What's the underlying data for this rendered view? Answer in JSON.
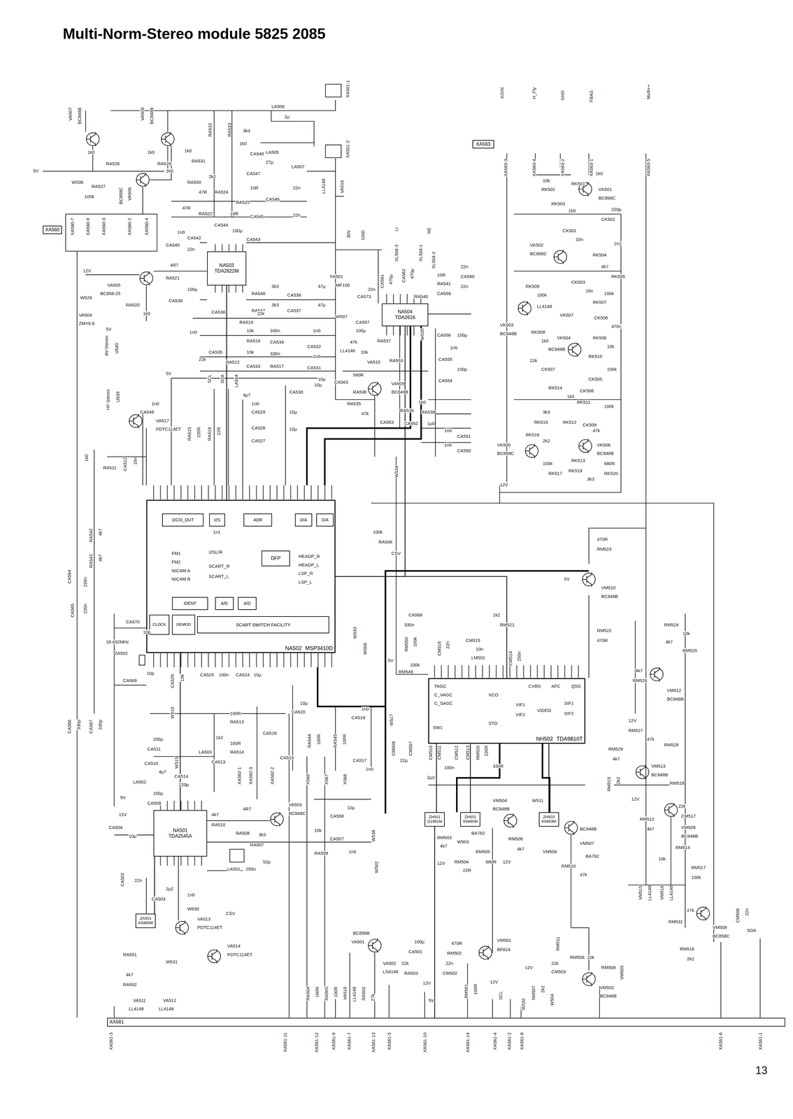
{
  "diagram": {
    "title": "Multi-Norm-Stereo module 5825 2085",
    "nodes": [
      {
        "text": [
          "XA563"
        ]
      },
      {
        "text": [
          "XA560"
        ]
      },
      {
        "text": [
          "NA503",
          "TDA2822M"
        ]
      },
      {
        "text": [
          "NA504",
          "TDA2616"
        ]
      },
      {
        "text": [
          "NA502",
          "MSP3410D"
        ]
      },
      {
        "text": [
          "I2C/D_OUT"
        ],
        "in": 4
      },
      {
        "text": [
          "I2S"
        ],
        "in": 4
      },
      {
        "text": [
          "ADR"
        ],
        "in": 4
      },
      {
        "text": [
          "D/A"
        ],
        "in": 4
      },
      {
        "text": [
          "D/A"
        ],
        "in": 4
      },
      {
        "text": [
          "DFP"
        ],
        "in": 4
      },
      {
        "text": [
          "IDENT"
        ],
        "in": 4
      },
      {
        "text": [
          "A/D"
        ],
        "in": 4
      },
      {
        "text": [
          "A/D"
        ],
        "in": 4
      },
      {
        "text": [
          "CLOCK"
        ],
        "in": 4
      },
      {
        "text": [
          "DEMOD"
        ],
        "in": 4
      },
      {
        "text": [
          "SCART SWITCH FACILITY"
        ],
        "in": 4
      },
      {
        "text": [
          "NH502",
          "TDA9810T"
        ]
      },
      {
        "text": [
          "NA501",
          "TDA2545A"
        ]
      },
      {
        "text": [
          "ZH501",
          "G1961M"
        ]
      },
      {
        "text": [
          "ZH502",
          "K9460M"
        ]
      },
      {
        "text": [
          "ZH503",
          "K9453M"
        ]
      },
      {
        "text": [
          "ZA501",
          "K9460M"
        ]
      },
      {
        "text": [
          "XA561"
        ]
      }
    ],
    "edges": [
      {
        "from": 18,
        "to": 4,
        "arrow": "none"
      },
      {
        "from": 4,
        "to": 17,
        "arrow": "none"
      },
      {
        "from": 4,
        "to": 3,
        "arrow": "none"
      },
      {
        "from": 2,
        "to": 4,
        "arrow": "none"
      },
      {
        "from": 19,
        "to": 17,
        "arrow": "none"
      },
      {
        "from": 20,
        "to": 17,
        "arrow": "none"
      },
      {
        "from": 21,
        "to": 17,
        "arrow": "none"
      },
      {
        "from": 22,
        "to": 18,
        "arrow": "none"
      },
      {
        "from": 23,
        "to": 19,
        "arrow": "none"
      }
    ],
    "labels": [
      "VA507",
      "BC848B",
      "VA508",
      "BC848B",
      "1k0",
      "RA526",
      "1k0",
      "RA529",
      "5V",
      "W536",
      "RA527",
      "100k",
      "VA506",
      "BC858C",
      "RA532",
      "RA533",
      "3k3",
      "1k0",
      "RA531",
      "1k0",
      "CA548",
      "1k0",
      "RA530",
      "2k2",
      "CA547",
      "LA506",
      "2µ",
      "LA505",
      "27µ",
      "LA507",
      "XA501-1",
      "XA501-2",
      "47R",
      "RA524",
      "10R",
      "CA546",
      "RA525",
      "22n",
      "47R",
      "RA522",
      "10R",
      "CA545",
      "22n",
      "LL4148",
      "VA516",
      "XA560-7",
      "XA560-9",
      "XA560-3",
      "XA560-2",
      "XA560-4",
      "12V",
      "VA505",
      "BC858-25",
      "RA520",
      "1k0",
      "VA504",
      "ZMY6.8",
      "W529",
      "4R7",
      "RA521",
      "CA540",
      "22n",
      "100µ",
      "CA539",
      "1n0",
      "CA542",
      "CA544",
      "100µ",
      "CA543",
      "RA548",
      "3k3",
      "CA538",
      "47µ",
      "3k3",
      "RA547",
      "CA537",
      "47µ",
      "CA536",
      "RA519",
      "22k",
      "1n0",
      "10k",
      "330n",
      "1n0",
      "RA518",
      "CA534",
      "CA532",
      "CA535",
      "22k",
      "RA512",
      "10k",
      "330n",
      "1n0",
      "CA533",
      "RA517",
      "CA531",
      "10µ",
      "30V",
      "GND",
      "LI",
      "RE",
      "XL504-3",
      "XL504-1",
      "XL504-2",
      "FA501",
      "MF100",
      "CA561",
      "470µ",
      "CA562",
      "470µ",
      "10R",
      "RA541",
      "22n",
      "CA560",
      "22n",
      "CA559",
      "RA540",
      "22n",
      "CA573",
      "CA557",
      "100µ",
      "W507",
      "47k",
      "RA537",
      "LL4148",
      "10k",
      "VA515",
      "RA553",
      "W535",
      "CA556",
      "100µ",
      "1n5",
      "CA555",
      "100µ",
      "CA554",
      "CA563",
      "560R",
      "RA536",
      "VA509",
      "BC848B",
      "RA535",
      "47k",
      "CA553",
      "RA539",
      "1k0",
      "RA538",
      "CA552",
      "1µ0",
      "1n0",
      "CA551",
      "1n0",
      "CA550",
      "5V",
      "SCL",
      "SDA",
      "LA504",
      "4µ7",
      "AV-Stereo",
      "5V",
      "U540",
      "HF-Stereo",
      "U539",
      "1n0",
      "CA549",
      "VA517",
      "PDTC114ET",
      "CA530",
      "10µ",
      "1n0",
      "CA529",
      "10µ",
      "CA528",
      "10µ",
      "CA527",
      "RA515",
      "220R",
      "RA516",
      "22R",
      "1k0",
      "RA511",
      "CA512",
      "10n",
      "W534",
      "100k",
      "RA546",
      "CSV",
      "1n1",
      "FM1",
      "FM2",
      "NICAM A",
      "NICAM B",
      "I2SL/R",
      "SCART_R",
      "SCART_L",
      "HEADP_R",
      "HEADP_L",
      "LSP_R",
      "LSP_L",
      "RA542",
      "4k7",
      "RA543",
      "4k7",
      "CA564",
      "220n",
      "CA565",
      "220n",
      "CA570",
      "10p",
      "18.432MHz",
      "ZA502",
      "CA569",
      "10p",
      "CA566",
      "330p",
      "CA567",
      "330p",
      "CA526",
      "10k",
      "CA525",
      "100n",
      "CA524",
      "10µ",
      "W510",
      "W515",
      "RA513",
      "100R",
      "RA514",
      "100R",
      "CA511",
      "100µ",
      "CA510",
      "4µ7",
      "LA502",
      "5V",
      "100µ",
      "CA509",
      "LA503",
      "1k2",
      "CA513",
      "CA514",
      "220p",
      "XA562-1",
      "XA562-3",
      "XA562-2",
      "CA516",
      "CA519",
      "CA520",
      "10µ",
      "RA544",
      "100R",
      "RA545",
      "100R",
      "CA518",
      "1n0",
      "CA517",
      "1n0",
      "X566",
      "X567",
      "X568",
      "W517",
      "W533",
      "W506",
      "12V",
      "CA504",
      "10µ",
      "4k7",
      "RA510",
      "4R7",
      "VA503",
      "BC848C",
      "RA508",
      "3k3",
      "RA507",
      "CA508",
      "10µ",
      "10k",
      "CA507",
      "RA509",
      "1n0",
      "LA501",
      "250n",
      "52p",
      "CA502",
      "22n",
      "CA503",
      "2µ2",
      "1n0",
      "W530",
      "VA513",
      "PDTC114ET",
      "CSV",
      "VA514",
      "PDTC114ET",
      "RA551",
      "4k7",
      "RA552",
      "W531",
      "VA511",
      "LL4148",
      "VA512",
      "LL4148",
      "W538",
      "W502",
      "RA504",
      "100R",
      "RA505",
      "100R",
      "VA510",
      "LL4148",
      "RA502",
      "27k",
      "VA501",
      "BC856B",
      "CA501",
      "100µ",
      "VA502",
      "LS4148",
      "22k",
      "RA503",
      "12V",
      "470R",
      "RM502",
      "22n",
      "CM502",
      "5V",
      "VM501",
      "BF824",
      "RM501",
      "100R",
      "12V",
      "SCL",
      "12V",
      "RM507",
      "2k2",
      "W532",
      "W504",
      "22k",
      "CM503",
      "RM508",
      "10k",
      "RM509",
      "VM502",
      "BC848B",
      "RM511",
      "VM505",
      "CA568",
      "330n",
      "1k2",
      "RM521",
      "RM550",
      "100k",
      "CM516",
      "22n",
      "CM515",
      "10n",
      "LM501",
      "CM514",
      "250n",
      "5V",
      "RM549",
      "100k",
      "CM508",
      "22µ",
      "CM507",
      "CM510",
      "CM511",
      "100n",
      "CM512",
      "2µ2",
      "CM513",
      "RM520",
      "220R",
      "330R",
      "TAGC",
      "C_VAGC",
      "C_SAGC",
      "VCO",
      "STD",
      "CVBS",
      "AFC",
      "QSS",
      "VIF1",
      "VIF2",
      "VIDEO",
      "SIF1",
      "SIF2",
      "SW1",
      "5V",
      "470R",
      "RM523",
      "VM510",
      "BC848B",
      "RM522",
      "470R",
      "RM524",
      "10k",
      "4k7",
      "RM525",
      "4k7",
      "RM526",
      "VM512",
      "BC848B",
      "12V",
      "RM527",
      "47k",
      "RM528",
      "RM529",
      "4k7",
      "VM513",
      "BC848B",
      "RM518",
      "RM519",
      "2k2",
      "12V",
      "22k",
      "CM517",
      "RM512",
      "4k7",
      "VM509",
      "BC848B",
      "RM514",
      "10k",
      "RM517",
      "100k",
      "VM515",
      "LL4148",
      "VM516",
      "LL4148",
      "RM531",
      "27k",
      "VM508",
      "BC858C",
      "CM506",
      "22n",
      "RM516",
      "2k2",
      "SDA",
      "VM504",
      "BC848B",
      "RM503",
      "4k7",
      "W503",
      "BA782",
      "12V",
      "RM504",
      "22R",
      "RM505",
      "680R",
      "12V",
      "W511",
      "RM506",
      "4k7",
      "VM506",
      "BC848B",
      "VM507",
      "BA782",
      "RM510",
      "47k",
      "KOIN",
      "H_Fly",
      "GND",
      "FBAS",
      "Multi++",
      "XA563-3",
      "XA563-4",
      "XA563-2",
      "XA563-1",
      "XA563-5",
      "10k",
      "RK502",
      "1k0",
      "RK501",
      "VK501",
      "BC858C",
      "RK503",
      "1k0",
      "220p",
      "CK502",
      "CK501",
      "10n",
      "2n2",
      "VK502",
      "BC858C",
      "RK504",
      "4k7",
      "RK505",
      "RK509",
      "100k",
      "CK503",
      "10n",
      "100k",
      "LL4148",
      "VK507",
      "RK507",
      "CK506",
      "470n",
      "VK503",
      "BC848B",
      "RK508",
      "1k0",
      "VK504",
      "BC848B",
      "RK506",
      "10k",
      "RK510",
      "22k",
      "CK507",
      "100k",
      "CK505",
      "RK514",
      "1k5",
      "CK508",
      "RK511",
      "100k",
      "3k3",
      "RK515",
      "RK512",
      "CK509",
      "VK505",
      "BC858C",
      "RK516",
      "2k2",
      "100k",
      "RK517",
      "VK506",
      "BC848B",
      "47k",
      "RK513",
      "RK519",
      "680R",
      "RK520",
      "3k3",
      "12V",
      "XA561-3",
      "XA561-11",
      "XA561-12",
      "XA561-9",
      "XA561-7",
      "XA561-13",
      "XA561-5",
      "XA561-10",
      "XA561-14",
      "XA561-4",
      "XA561-2",
      "XA561-8",
      "XA561-6",
      "XA561-1",
      "13"
    ]
  }
}
